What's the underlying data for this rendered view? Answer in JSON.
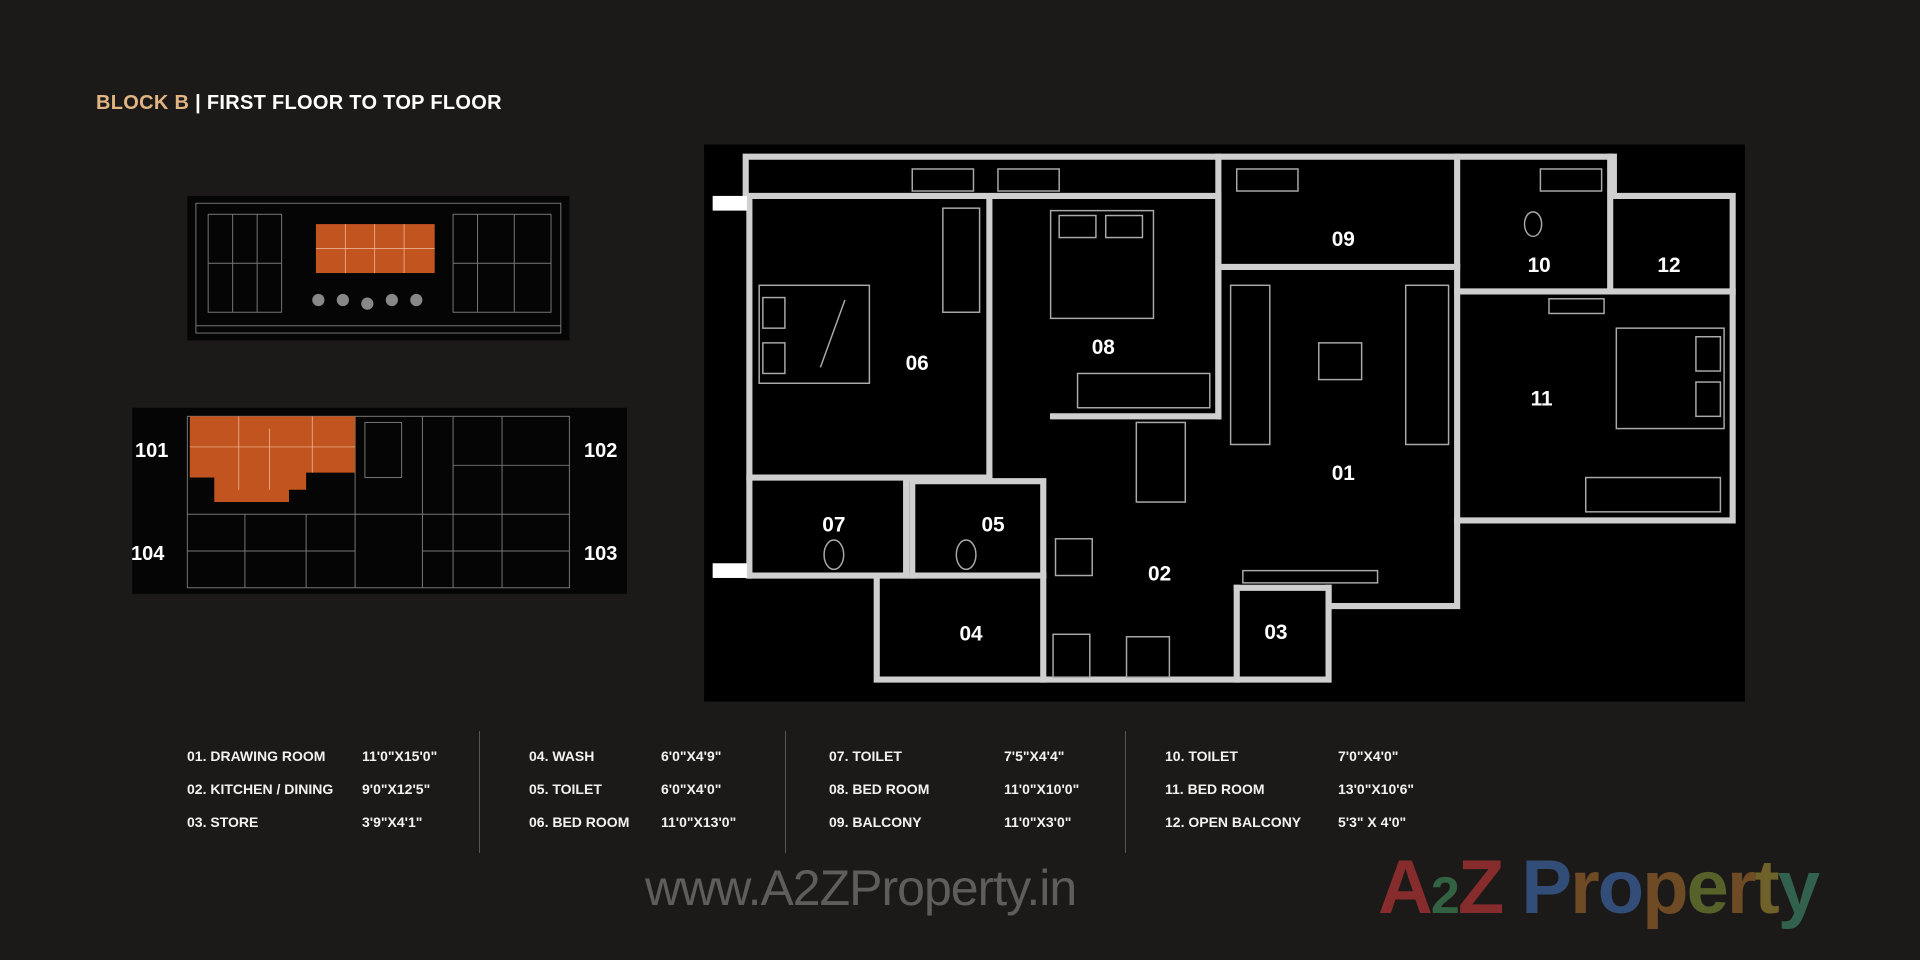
{
  "header": {
    "block": "BLOCK B",
    "separator": " | ",
    "floor": "FIRST FLOOR TO TOP FLOOR"
  },
  "key_plan": {
    "units": [
      "101",
      "102",
      "104",
      "103"
    ],
    "highlight_color": "#c2541f"
  },
  "rooms": {
    "r01": "01",
    "r02": "02",
    "r03": "03",
    "r04": "04",
    "r05": "05",
    "r06": "06",
    "r07": "07",
    "r08": "08",
    "r09": "09",
    "r10": "10",
    "r11": "11",
    "r12": "12"
  },
  "legend": [
    {
      "name": "01. DRAWING ROOM",
      "size": "11'0\"X15'0\""
    },
    {
      "name": "02. KITCHEN / DINING",
      "size": "9'0\"X12'5\""
    },
    {
      "name": "03. STORE",
      "size": "3'9\"X4'1\""
    },
    {
      "name": "04. WASH",
      "size": "6'0\"X4'9\""
    },
    {
      "name": "05. TOILET",
      "size": "6'0\"X4'0\""
    },
    {
      "name": "06. BED ROOM",
      "size": "11'0\"X13'0\""
    },
    {
      "name": "07. TOILET",
      "size": "7'5\"X4'4\""
    },
    {
      "name": "08. BED ROOM",
      "size": "11'0\"X10'0\""
    },
    {
      "name": "09. BALCONY",
      "size": "11'0\"X3'0\""
    },
    {
      "name": "10. TOILET",
      "size": "7'0\"X4'0\""
    },
    {
      "name": "11. BED ROOM",
      "size": "13'0\"X10'6\""
    },
    {
      "name": "12. OPEN BALCONY",
      "size": "5'3\" X 4'0\""
    }
  ],
  "watermark": {
    "url": "www.A2ZProperty.in",
    "logo_a": "A",
    "logo_2": "2",
    "logo_z": "Z",
    "logo_p": "P",
    "logo_r": "r",
    "logo_o": "o",
    "logo_p2": "p",
    "logo_e": "e",
    "logo_r2": "r",
    "logo_t": "t",
    "logo_y": "y"
  }
}
